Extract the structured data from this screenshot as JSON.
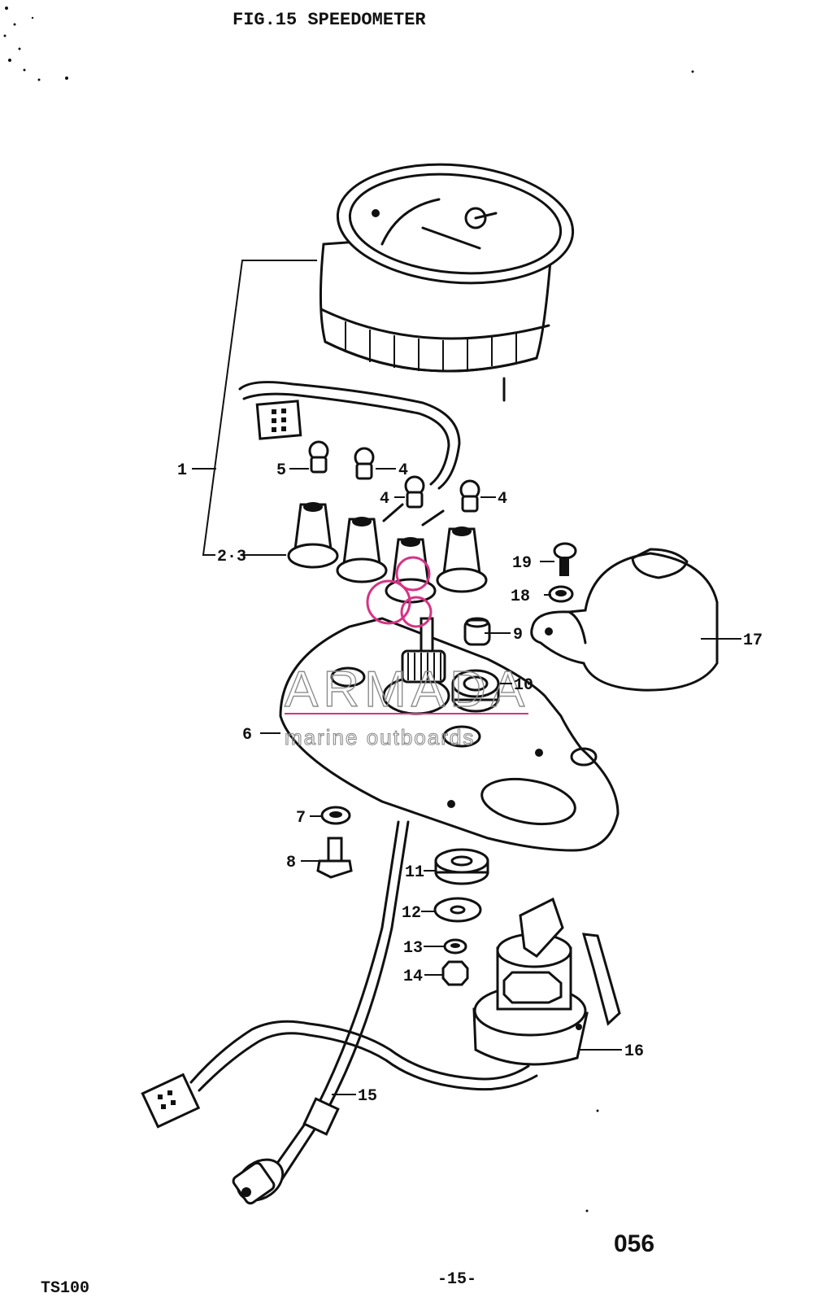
{
  "figure_title": "FIG.15  SPEEDOMETER",
  "model": "TS100",
  "page_number": "-15-",
  "page_code": "056",
  "watermark": {
    "brand": "ARMADA",
    "tagline": "marine outboards",
    "logo_color": "#d63384"
  },
  "callouts": [
    "1",
    "2·3",
    "4",
    "4",
    "4",
    "5",
    "6",
    "7",
    "8",
    "9",
    "10",
    "11",
    "12",
    "13",
    "14",
    "15",
    "16",
    "17",
    "18",
    "19"
  ]
}
